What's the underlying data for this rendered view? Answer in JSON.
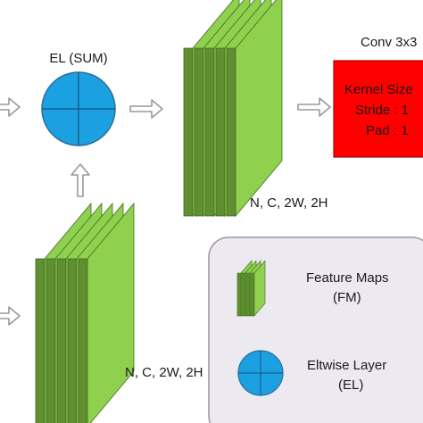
{
  "eltwise_sum": {
    "label": "EL (SUM)"
  },
  "upper_feature_maps": {
    "dims": "N, C, 2W, 2H"
  },
  "lower_feature_maps": {
    "dims": "N, C, 2W, 2H"
  },
  "conv_block": {
    "title": "Conv 3x3",
    "line1": "Kernel Size",
    "line2": "Stride : 1",
    "line3": "Pad : 1",
    "fill_color": "#ff0000"
  },
  "legend": {
    "feature_maps_label": "Feature Maps",
    "feature_maps_abbr": "(FM)",
    "eltwise_label": "Eltwise Layer",
    "eltwise_abbr": "(EL)",
    "background_color": "#ede9f1"
  },
  "colors": {
    "feature_map_face": "#8fd14f",
    "feature_map_side": "#5f8f31",
    "eltwise_circle": "#1ba1e2"
  },
  "icons": {
    "arrows": [
      "right-arrow-icon",
      "up-arrow-icon"
    ],
    "shapes": [
      "feature-maps-icon",
      "eltwise-circle-icon"
    ]
  }
}
